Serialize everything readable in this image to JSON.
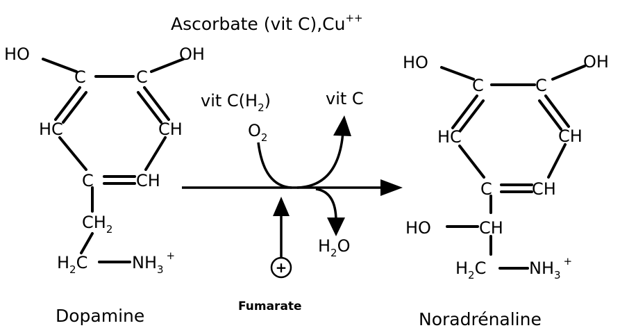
{
  "catalyst": {
    "label": "Ascorbate (vit C),Cu",
    "sup": "++"
  },
  "dopamine": {
    "name": "Dopamine",
    "HO_left": "HO",
    "OH_right": "OH",
    "C1": "C",
    "C2": "C",
    "HC": "HC",
    "CH": "CH",
    "C_ring": "C",
    "CH_ring": "CH",
    "CH2": "CH",
    "CH2_sub": "2",
    "H2C": "H",
    "H2C_sub": "2",
    "H2C_C": "C",
    "NH3": "NH",
    "NH3_sub": "3",
    "NH3_sup": "+"
  },
  "reaction": {
    "vitCH2": "vit C(H",
    "vitCH2_sub": "2",
    "vitCH2_close": ")",
    "vitC": "vit C",
    "O2": "O",
    "O2_sub": "2",
    "H2O_H": "H",
    "H2O_sub": "2",
    "H2O_O": "O",
    "plus": "+",
    "activator": "Fumarate"
  },
  "noradrenaline": {
    "name": "Noradrénaline",
    "HO_left": "HO",
    "OH_right": "OH",
    "C1": "C",
    "C2": "C",
    "HC": "HC",
    "CH": "CH",
    "C_ring": "C",
    "CH_ring": "CH",
    "HO_side": "HO",
    "CH_side": "CH",
    "H2C": "H",
    "H2C_sub": "2",
    "H2C_C": "C",
    "NH3": "NH",
    "NH3_sub": "3",
    "NH3_sup": "+"
  }
}
